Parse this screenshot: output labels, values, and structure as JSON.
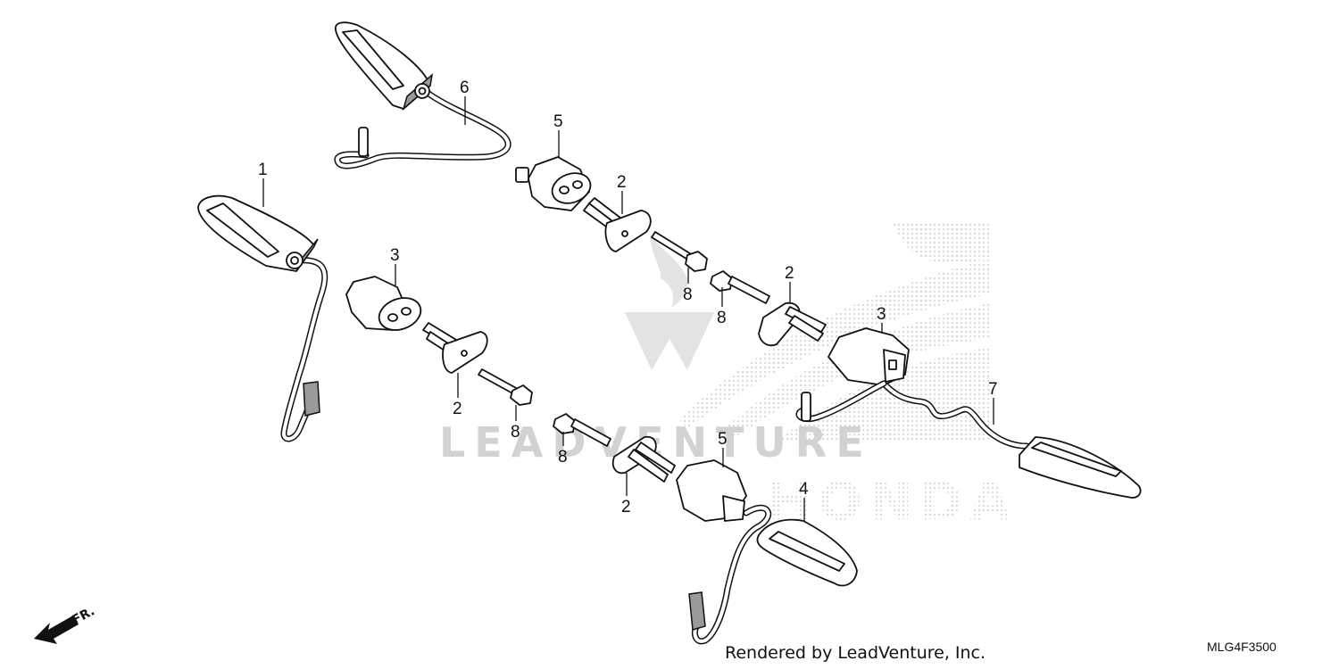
{
  "diagram": {
    "callouts": {
      "c1": "1",
      "c2a": "2",
      "c2b": "2",
      "c2c": "2",
      "c2d": "2",
      "c3a": "3",
      "c3b": "3",
      "c4": "4",
      "c5a": "5",
      "c5b": "5",
      "c6": "6",
      "c7": "7",
      "c8a": "8",
      "c8b": "8",
      "c8c": "8",
      "c8d": "8"
    },
    "direction_label": "FR.",
    "watermark": "LEADVENTURE",
    "watermark_brand": "HONDA",
    "credit": "Rendered by LeadVenture, Inc.",
    "diagram_code": "MLG4F3500"
  }
}
